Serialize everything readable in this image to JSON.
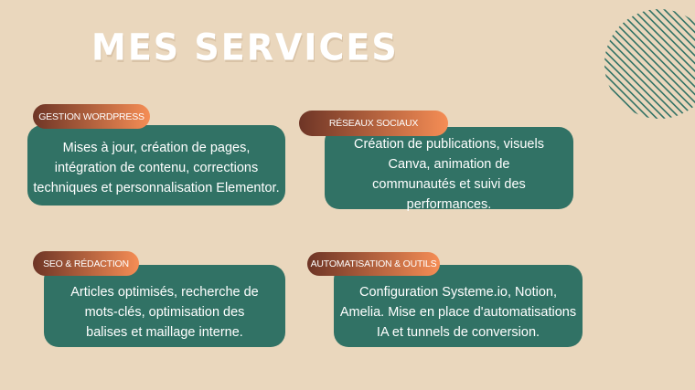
{
  "title": "MES SERVICES",
  "services": [
    {
      "label": "GESTION WORDPRESS",
      "description": "Mises à jour, création de pages, intégration de contenu, corrections techniques et personnalisation Elementor."
    },
    {
      "label": "RÉSEAUX SOCIAUX",
      "description": "Création de publications, visuels Canva, animation de communautés et suivi des performances."
    },
    {
      "label": "SEO & RÉDACTION",
      "description": "Articles optimisés, recherche de mots-clés, optimisation des balises et maillage interne."
    },
    {
      "label": "AUTOMATISATION & OUTILS",
      "description": "Configuration Systeme.io, Notion, Amelia. Mise en place d'automatisations IA et tunnels de conversion."
    }
  ]
}
